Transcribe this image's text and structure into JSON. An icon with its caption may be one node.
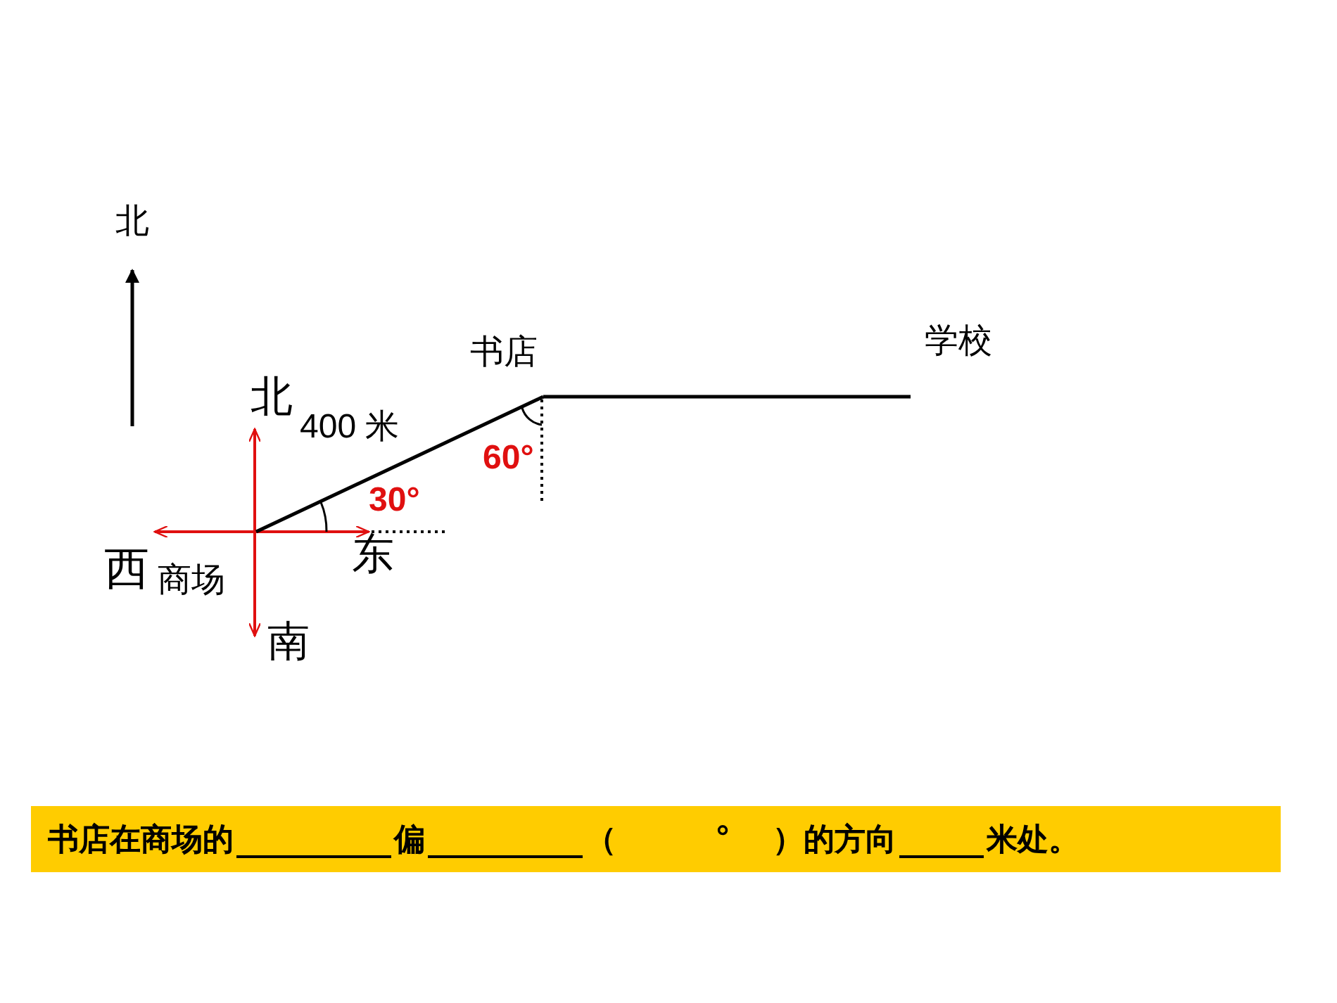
{
  "diagram": {
    "nodes": [
      {
        "text": [
          "商场"
        ]
      },
      {
        "text": [
          "书店"
        ]
      },
      {
        "text": [
          "学校"
        ]
      }
    ],
    "edges": [
      {
        "from": 0,
        "to": 1,
        "arrow": "none",
        "label": "400 米"
      },
      {
        "from": 1,
        "to": 2,
        "arrow": "none"
      }
    ],
    "labels": [
      "北",
      "北",
      "西",
      "东",
      "南",
      "30°",
      "60°",
      "书店在商场的",
      "偏",
      "（",
      "°",
      "）的方向",
      "米处。"
    ]
  }
}
